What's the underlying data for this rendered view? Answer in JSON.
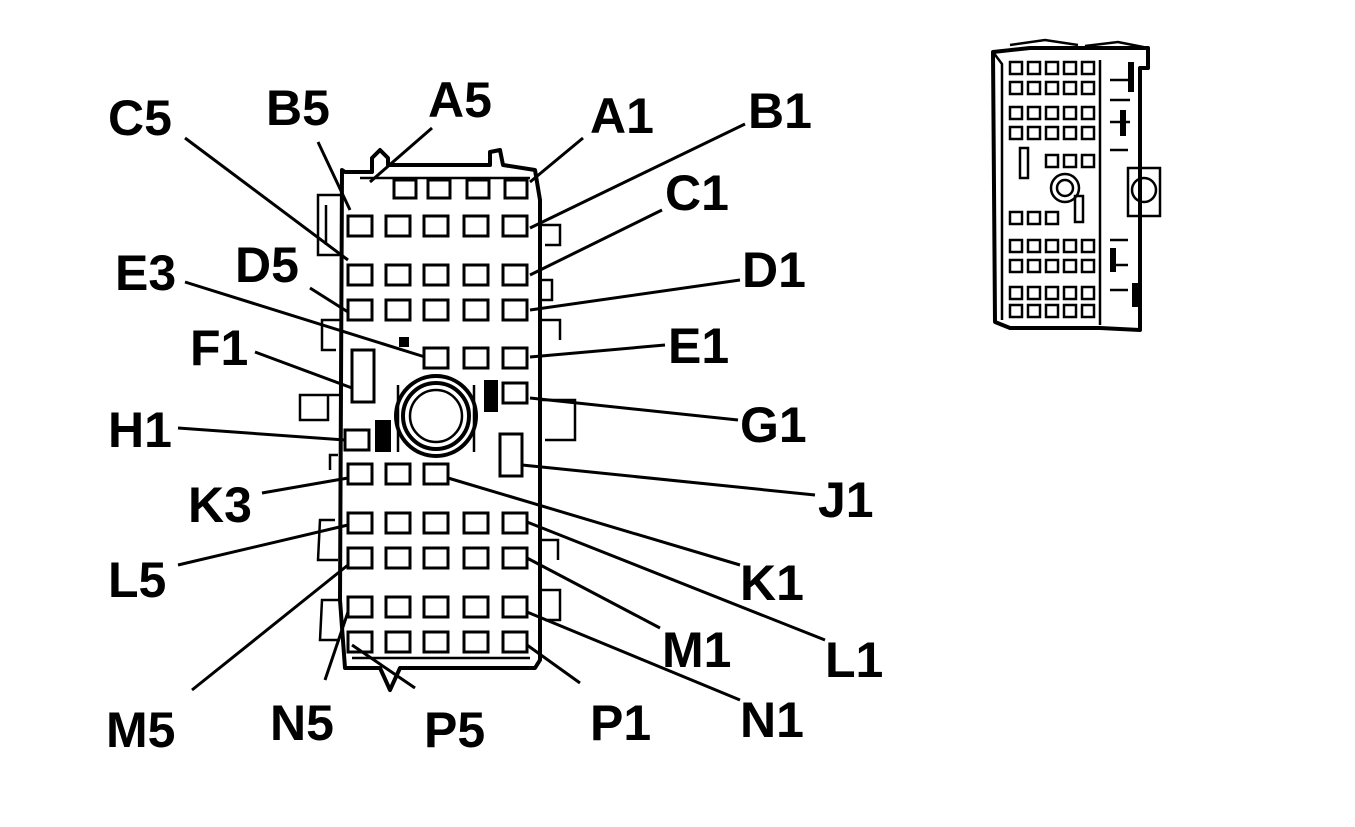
{
  "diagram": {
    "pin_labels": [
      {
        "id": "C5",
        "text": "C5"
      },
      {
        "id": "B5",
        "text": "B5"
      },
      {
        "id": "A5",
        "text": "A5"
      },
      {
        "id": "A1",
        "text": "A1"
      },
      {
        "id": "B1",
        "text": "B1"
      },
      {
        "id": "C1",
        "text": "C1"
      },
      {
        "id": "E3",
        "text": "E3"
      },
      {
        "id": "D5",
        "text": "D5"
      },
      {
        "id": "D1",
        "text": "D1"
      },
      {
        "id": "F1",
        "text": "F1"
      },
      {
        "id": "E1",
        "text": "E1"
      },
      {
        "id": "H1",
        "text": "H1"
      },
      {
        "id": "G1",
        "text": "G1"
      },
      {
        "id": "K3",
        "text": "K3"
      },
      {
        "id": "J1",
        "text": "J1"
      },
      {
        "id": "L5",
        "text": "L5"
      },
      {
        "id": "K1",
        "text": "K1"
      },
      {
        "id": "M1",
        "text": "M1"
      },
      {
        "id": "L1",
        "text": "L1"
      },
      {
        "id": "M5",
        "text": "M5"
      },
      {
        "id": "N5",
        "text": "N5"
      },
      {
        "id": "P5",
        "text": "P5"
      },
      {
        "id": "P1",
        "text": "P1"
      },
      {
        "id": "N1",
        "text": "N1"
      }
    ]
  }
}
